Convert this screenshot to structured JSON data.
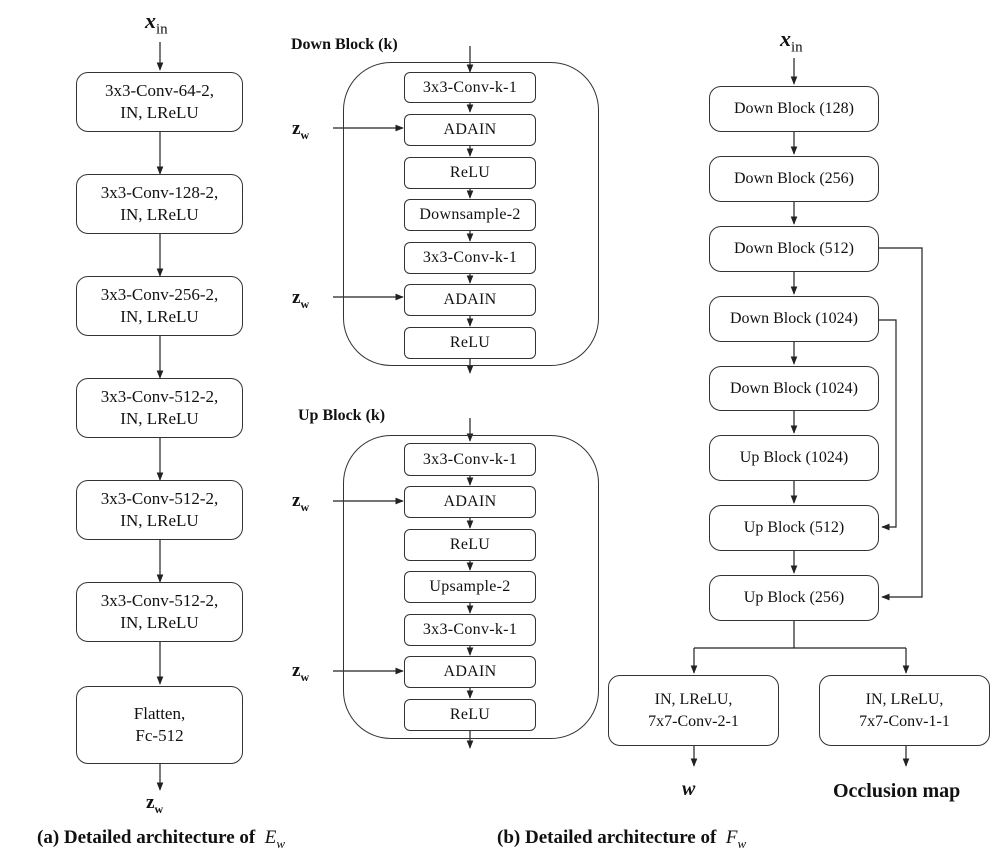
{
  "left": {
    "input_var": "x",
    "input_sub": "in",
    "blocks": [
      "3x3-Conv-64-2,\nIN, LReLU",
      "3x3-Conv-128-2,\nIN, LReLU",
      "3x3-Conv-256-2,\nIN, LReLU",
      "3x3-Conv-512-2,\nIN, LReLU",
      "3x3-Conv-512-2,\nIN, LReLU",
      "3x3-Conv-512-2,\nIN, LReLU",
      "Flatten,\nFc-512"
    ],
    "output_var": "z",
    "output_sub": "w",
    "caption_prefix": "(a) Detailed architecture of",
    "caption_symbol": "E",
    "caption_sub": "w"
  },
  "middle": {
    "style_var": "z",
    "style_sub": "w",
    "down_title": "Down Block (k)",
    "down_layers": [
      "3x3-Conv-k-1",
      "ADAIN",
      "ReLU",
      "Downsample-2",
      "3x3-Conv-k-1",
      "ADAIN",
      "ReLU"
    ],
    "up_title": "Up Block (k)",
    "up_layers": [
      "3x3-Conv-k-1",
      "ADAIN",
      "ReLU",
      "Upsample-2",
      "3x3-Conv-k-1",
      "ADAIN",
      "ReLU"
    ]
  },
  "right": {
    "input_var": "x",
    "input_sub": "in",
    "blocks": [
      "Down Block (128)",
      "Down Block (256)",
      "Down Block (512)",
      "Down Block (1024)",
      "Down Block (1024)",
      "Up Block (1024)",
      "Up Block (512)",
      "Up Block (256)"
    ],
    "head_left": "IN, LReLU,\n7x7-Conv-2-1",
    "head_right": "IN, LReLU,\n7x7-Conv-1-1",
    "out_left": "w",
    "out_right": "Occlusion map",
    "caption_prefix": "(b) Detailed architecture of",
    "caption_symbol": "F",
    "caption_sub": "w"
  }
}
